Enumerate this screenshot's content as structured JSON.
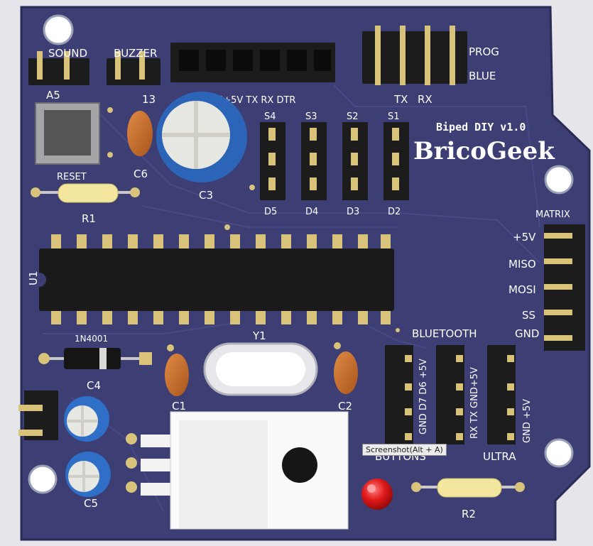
{
  "board": {
    "title": "Biped DIY v1.0",
    "brand": "BricoGeek",
    "colors": {
      "pcb": "#3c3e74",
      "silk": "#ffffff",
      "pad": "#d9c27a",
      "header": "#1c1c1c",
      "cap_ceramic": "#c8702a",
      "electrolytic": "#2f6fc8",
      "resistor": "#f3e7a0",
      "led": "#e01818"
    }
  },
  "labels": {
    "sound": "SOUND",
    "buzzer": "BUZZER",
    "a5": "A5",
    "pin13": "13",
    "prog": "PROG",
    "blue": "BLUE",
    "serial_header": "GND CTS+5V  TX   RX DTR",
    "tx": "TX",
    "rx": "RX",
    "s4": "S4",
    "s3": "S3",
    "s2": "S2",
    "s1": "S1",
    "d5": "D5",
    "d4": "D4",
    "d3": "D3",
    "d2": "D2",
    "reset": "RESET",
    "r1": "R1",
    "c6": "C6",
    "c3": "C3",
    "matrix": "MATRIX",
    "plus5v": "+5V",
    "miso": "MISO",
    "mosi": "MOSI",
    "ss": "SS",
    "gnd": "GND",
    "u1": "U1",
    "y1": "Y1",
    "diode": "1N4001",
    "c4": "C4",
    "c1": "C1",
    "c2": "C2",
    "c5": "C5",
    "r2": "R2",
    "bluetooth": "BLUETOOTH",
    "buttons": "BUTTONS",
    "ultra": "ULTRA",
    "btn_pins": "GND D7  D6 +5V",
    "bt_pins": "RX  TX  GND+5V",
    "ultra_pins": "GND          +5V"
  },
  "tooltip": "Screenshot(Alt + A)"
}
